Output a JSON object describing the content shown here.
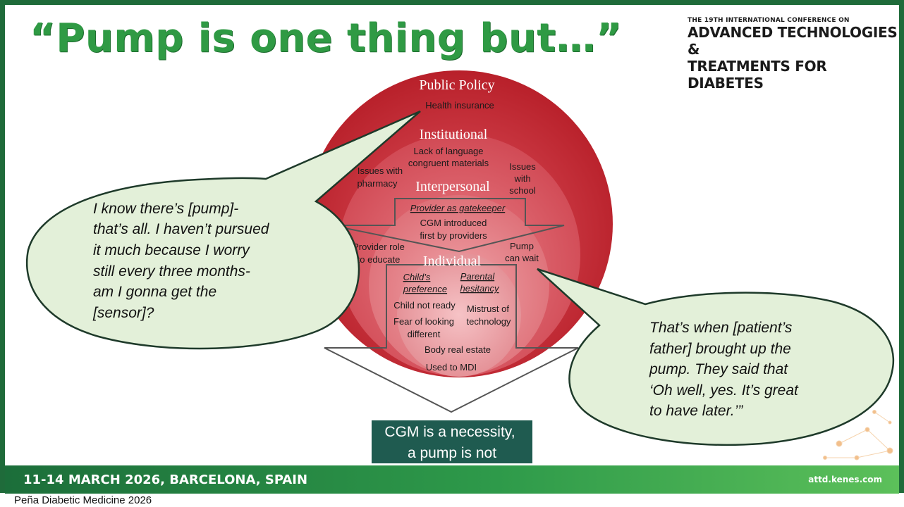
{
  "title": "“Pump is one thing but…”",
  "conference": {
    "line1": "THE 19TH INTERNATIONAL CONFERENCE ON",
    "line2": "ADVANCED TECHNOLOGIES &",
    "line3": "TREATMENTS FOR DIABETES"
  },
  "diagram": {
    "levels": {
      "public_policy": "Public Policy",
      "institutional": "Institutional",
      "interpersonal": "Interpersonal",
      "individual": "Individual"
    },
    "items": {
      "health_insurance": "Health insurance",
      "lack_language_1": "Lack of language",
      "lack_language_2": "congruent materials",
      "pharmacy_1": "Issues with",
      "pharmacy_2": "pharmacy",
      "school_1": "Issues",
      "school_2": "with",
      "school_3": "school",
      "gatekeeper": "Provider as gatekeeper",
      "cgm_intro_1": "CGM introduced",
      "cgm_intro_2": "first by providers",
      "provider_role_1": "Provider role",
      "provider_role_2": "to educate",
      "pump_wait_1": "Pump",
      "pump_wait_2": "can wait",
      "child_pref_1": "Child’s",
      "child_pref_2": "preference",
      "parental_1": "Parental",
      "parental_2": "hesitancy",
      "child_not_ready": "Child not ready",
      "mistrust_1": "Mistrust of",
      "mistrust_2": "technology",
      "fear_1": "Fear of looking",
      "fear_2": "different",
      "body_real_estate": "Body real estate",
      "used_mdi": "Used to MDI"
    },
    "conclusion_1": "CGM is a necessity,",
    "conclusion_2": "a pump is not"
  },
  "quotes": {
    "left": [
      "I know there’s [pump]-",
      "that’s all. I haven’t pursued",
      "it much because I worry",
      "still every three months-",
      "am I gonna get the",
      "[sensor]?"
    ],
    "right": [
      "That’s when [patient’s",
      "father] brought up the",
      "pump. They said that",
      "‘Oh well, yes. It’s great",
      "to have later.’”"
    ]
  },
  "footer": {
    "event": "11-14 MARCH 2026, BARCELONA, SPAIN",
    "site": "attd.kenes.com",
    "credit": "Peña Diabetic Medicine 2026"
  },
  "colors": {
    "title_green": "#2f9a44",
    "ring_outer": "#c1272d",
    "ring_inner": "#d9606a",
    "bubble_fill": "#e3f0d9",
    "conclusion_box": "#1f5b50"
  }
}
